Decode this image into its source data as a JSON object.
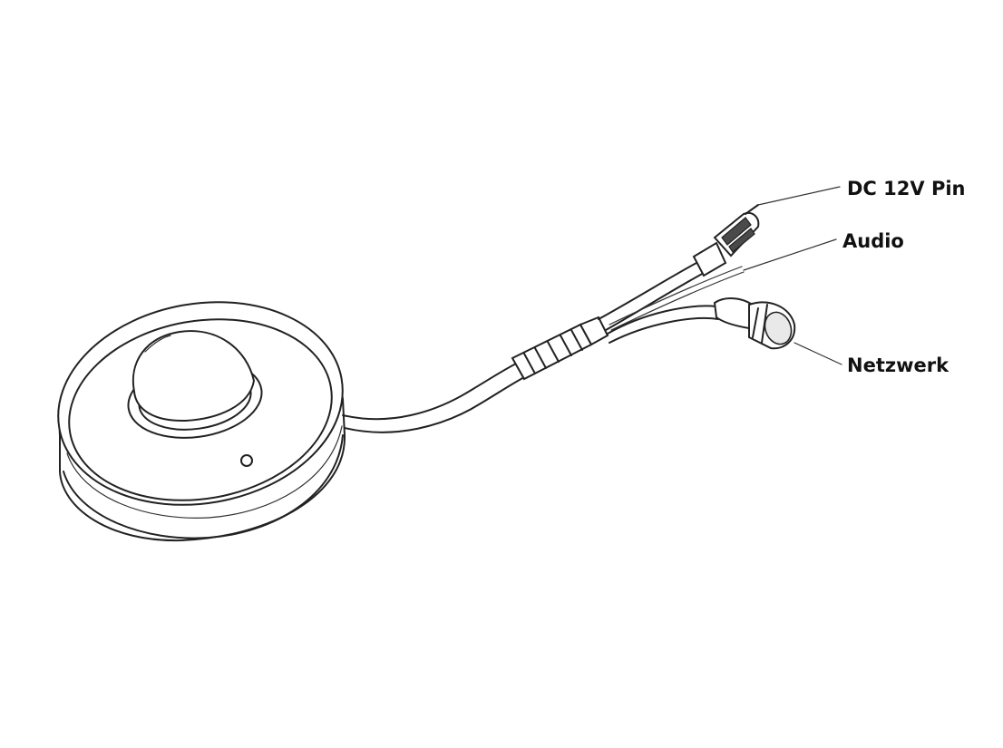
{
  "labels": {
    "dc_pin": "DC 12V Pin",
    "audio": "Audio",
    "network": "Netzwerk"
  },
  "colors": {
    "line": "#222222",
    "background": "#ffffff"
  }
}
